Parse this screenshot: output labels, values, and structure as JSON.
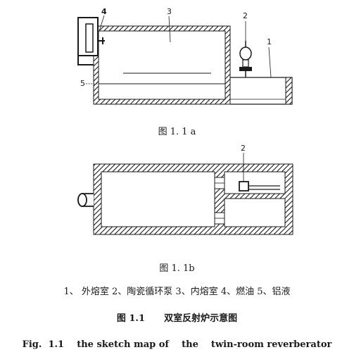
{
  "figure_a": {
    "caption": "图 1. 1 a",
    "labels": {
      "l1": "1",
      "l2": "2",
      "l3": "3",
      "l4": "4",
      "l5": "5"
    }
  },
  "figure_b": {
    "caption": "图 1. 1b",
    "labels": {
      "l2": "2"
    }
  },
  "legend": "1、 外熔室 2、陶瓷循环泵 3、内熔室 4、燃油 5、铝液",
  "title_cn": "图 1.1      双室反射炉示意图",
  "title_en": "Fig.  1.1    the sketch map of    the    twin-room reverberator",
  "colors": {
    "ink": "#1a1a1a",
    "paper": "#ffffff"
  }
}
